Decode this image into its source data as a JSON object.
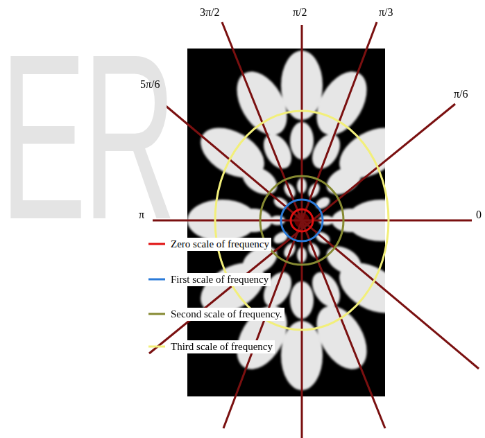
{
  "diagram": {
    "labels": [
      "3π/2",
      "π/2",
      "π/3",
      "5π/6",
      "π/6",
      "π",
      "0",
      "ER"
    ],
    "legend": [
      {
        "text": "Zero scale of frequency"
      },
      {
        "text": "First scale of frequency"
      },
      {
        "text": "Second scale of frequency."
      },
      {
        "text": "Third scale of frequency"
      }
    ]
  }
}
